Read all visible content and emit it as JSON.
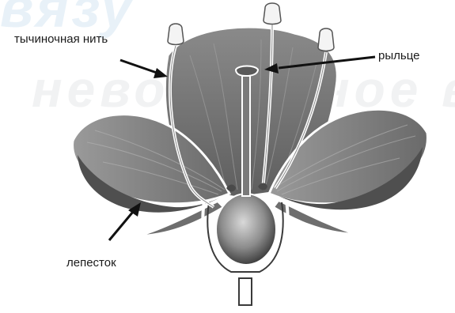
{
  "labels": {
    "filament": "тычиночная нить",
    "stigma": "рыльце",
    "petal": "лепесток"
  },
  "watermark": {
    "line1": "вязу",
    "line2": "невозможное в"
  },
  "colors": {
    "petal_dark": "#6b6b6b",
    "petal_mid": "#8c8c8c",
    "outline": "#ffffff",
    "arrow": "#111111",
    "watermark": "#e8f1f8"
  }
}
